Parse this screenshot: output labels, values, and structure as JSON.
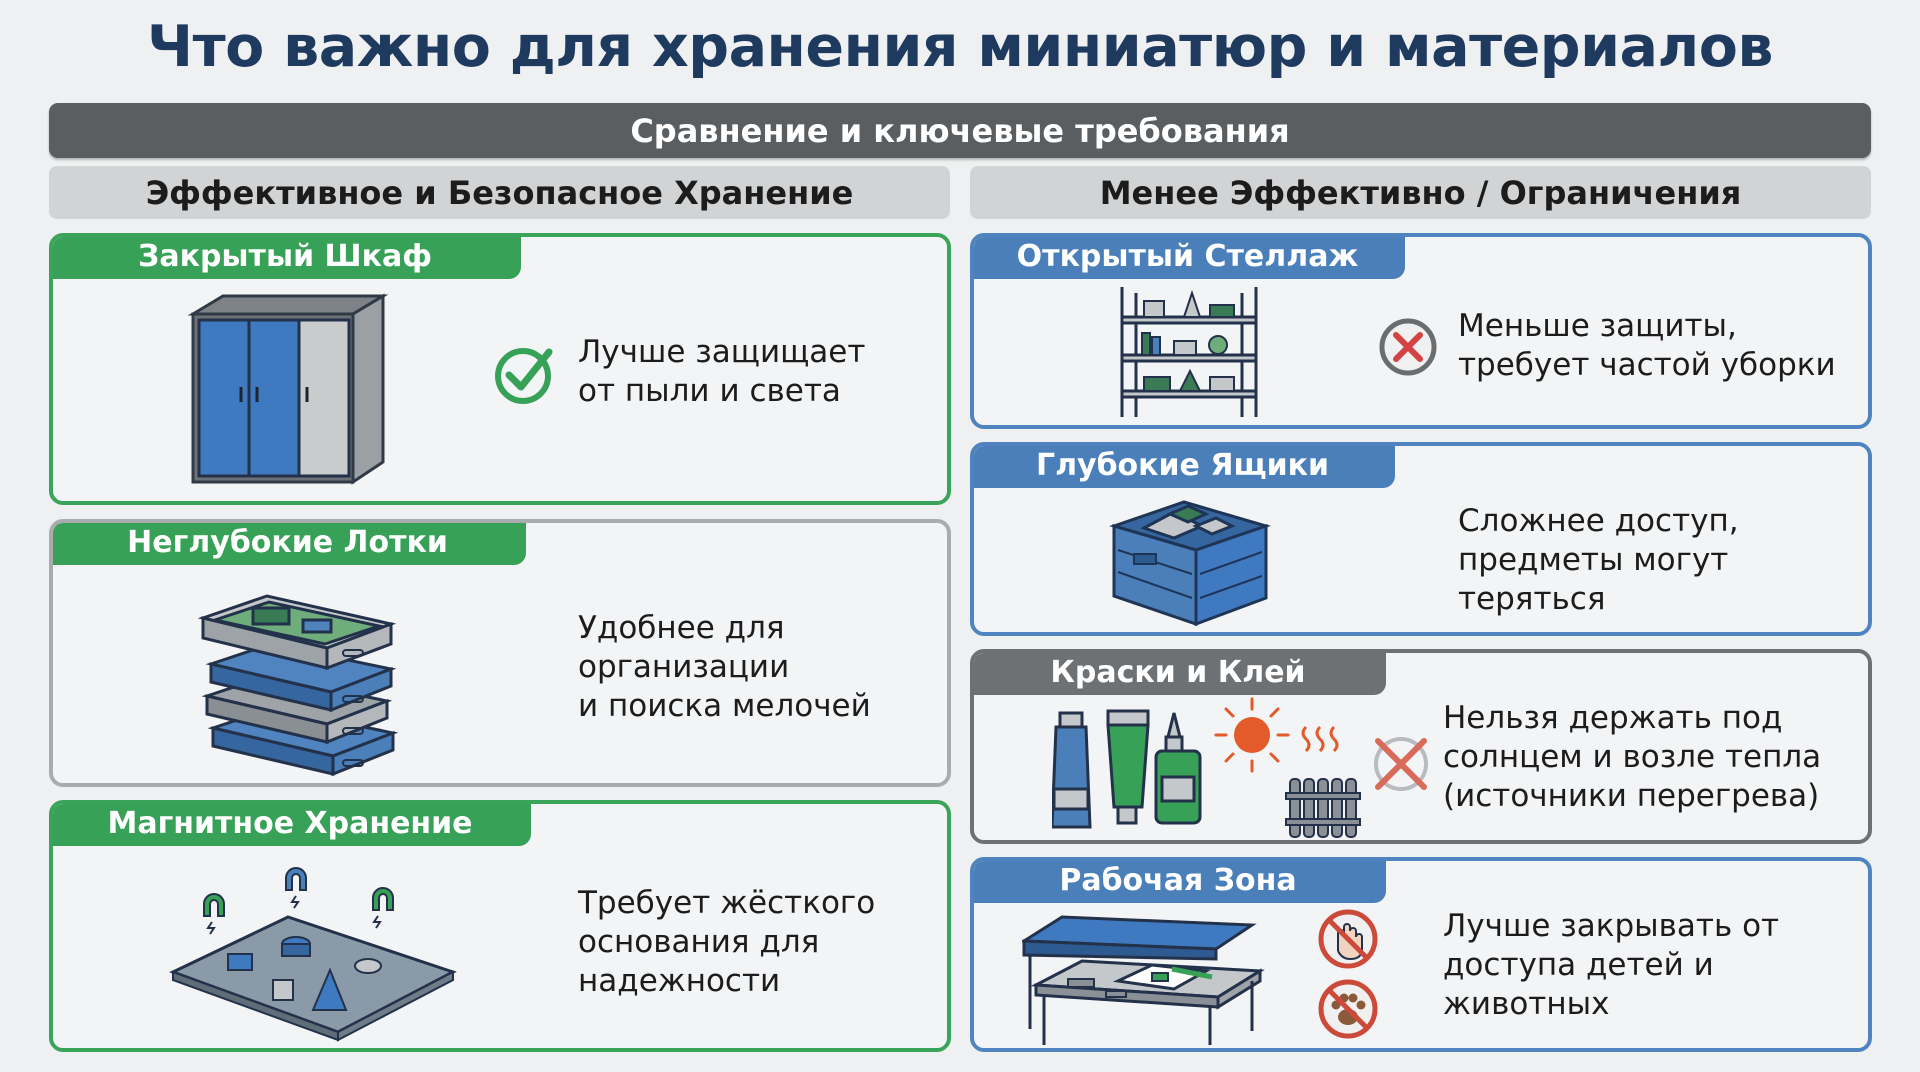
{
  "title": "Что важно для хранения миниатюр и материалов",
  "banner": "Сравнение и ключевые требования",
  "columns": {
    "left": "Эффективное и Безопасное Хранение",
    "right": "Менее Эффективно / Ограничения"
  },
  "left_cards": [
    {
      "label": "Закрытый Шкаф",
      "text": "Лучше защищает\nот пыли и света",
      "icon": "check-icon"
    },
    {
      "label": "Неглубокие Лотки",
      "text": "Удобнее для\nорганизации\nи поиска мелочей"
    },
    {
      "label": "Магнитное Хранение",
      "text": "Требует жёсткого\nоснования для\nнадежности"
    }
  ],
  "right_cards": [
    {
      "label": "Открытый Стеллаж",
      "text": "Меньше защиты,\nтребует частой уборки",
      "icon": "cross-circle-icon"
    },
    {
      "label": "Глубокие Ящики",
      "text": "Сложнее доступ,\nпредметы могут\nтеряться"
    },
    {
      "label": "Краски и Клей",
      "text": "Нельзя держать под\nсолнцем и возле тепла\n(источники перегрева)",
      "icon": "no-cross-icon"
    },
    {
      "label": "Рабочая Зона",
      "text": "Лучше закрывать от\nдоступа детей и\nживотных",
      "icon": "no-hand-and-no-paw-icons"
    }
  ],
  "colors": {
    "title": "#1f3a5f",
    "green": "#37a157",
    "blue": "#4a7fba",
    "gray": "#6e7174"
  }
}
